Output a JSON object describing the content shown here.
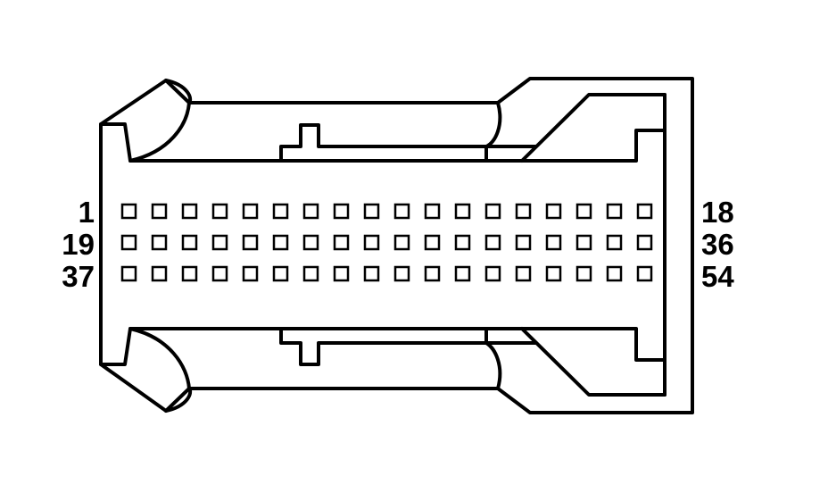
{
  "diagram": {
    "rows": 3,
    "pins_per_row": 18,
    "colors": {
      "stroke": "#000000",
      "background": "#ffffff"
    },
    "labels": {
      "row1_left": "1",
      "row1_right": "18",
      "row2_left": "19",
      "row2_right": "36",
      "row3_left": "37",
      "row3_right": "54"
    }
  }
}
